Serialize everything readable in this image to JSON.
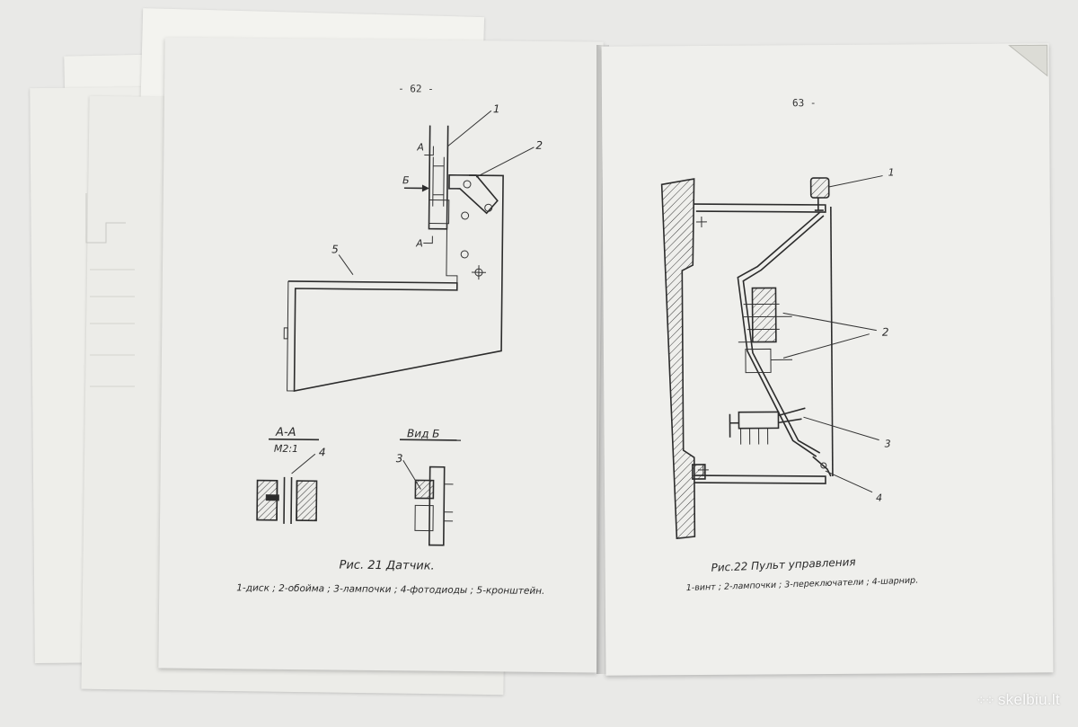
{
  "left_page": {
    "page_number": "- 62 -",
    "caption_title": "Рис. 21 Датчик.",
    "caption_legend": "1-диск ; 2-обойма ; 3-лампочки ; 4-фотодиоды ; 5-кронштейн.",
    "callouts": [
      "1",
      "2",
      "3",
      "4",
      "5"
    ],
    "section_labels": {
      "a_top": "А",
      "a_bottom": "А",
      "b_arrow": "Б",
      "section_aa": "А-А",
      "section_aa_scale": "М2:1",
      "view_b": "Вид Б"
    }
  },
  "right_page": {
    "page_number": "63 -",
    "caption_title": "Рис.22 Пульт управления",
    "caption_legend": "1-винт ; 2-лампочки ; 3-переключатели ; 4-шарнир.",
    "callouts": [
      "1",
      "2",
      "3",
      "4"
    ]
  },
  "watermark": {
    "text": "skelbiu.lt",
    "icon": "dots-logo-icon"
  }
}
